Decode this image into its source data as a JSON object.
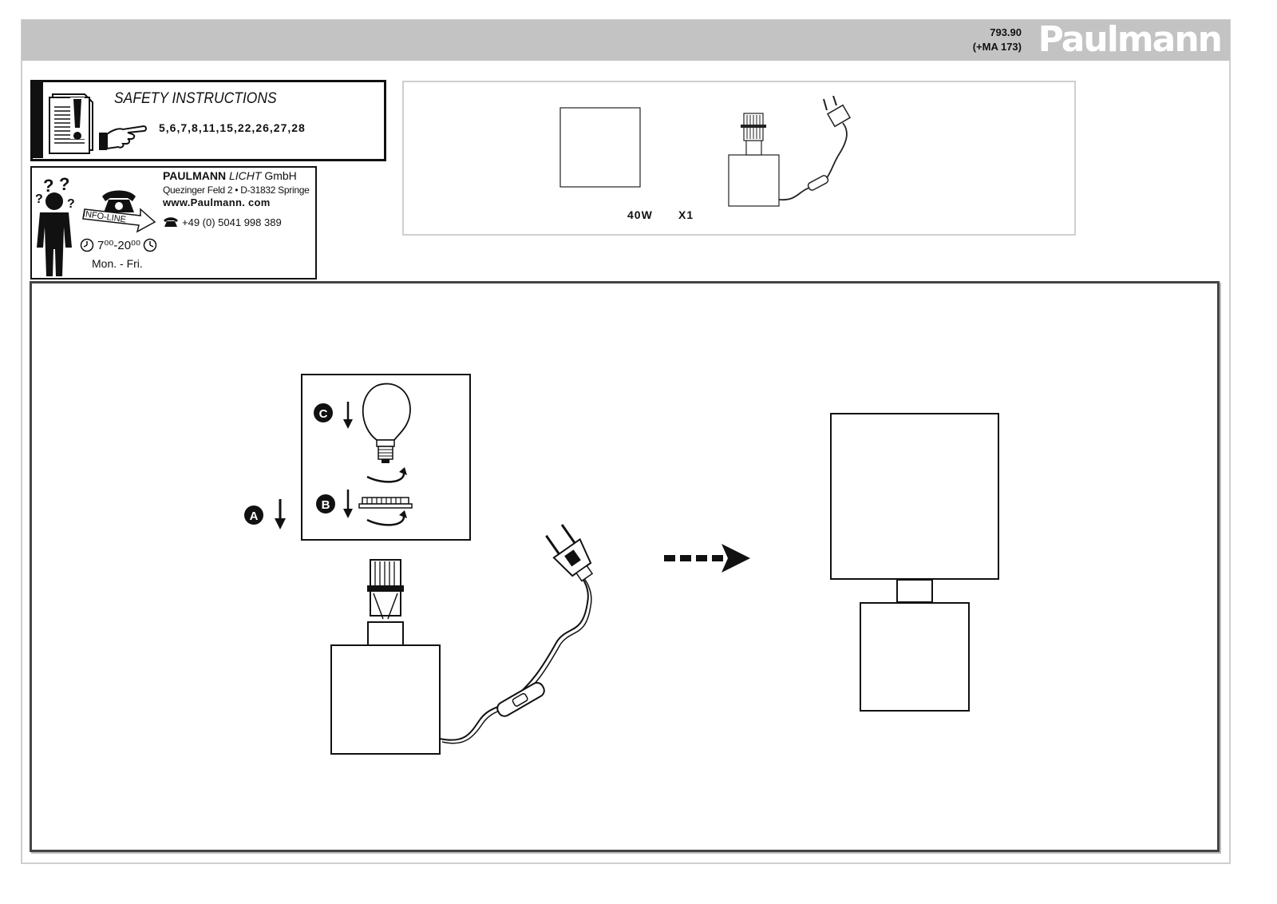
{
  "header": {
    "article_number": "793.90",
    "accessory_code": "(+MA 173)",
    "brand": "Paulmann"
  },
  "safety": {
    "side_label": "SAFETY INSTRUCTIONS",
    "title": "SAFETY INSTRUCTIONS",
    "numbers": "5,6,7,8,11,15,22,26,27,28"
  },
  "contact": {
    "company_bold": "PAULMANN",
    "company_italic": "LICHT",
    "company_suffix": "GmbH",
    "address": "Quezinger Feld 2 • D-31832 Springe",
    "website": "www.Paulmann. com",
    "phone": "+49 (0) 5041 998 389",
    "info_line_label": "INFO-LINE",
    "hours": "7⁰⁰-20⁰⁰",
    "days": "Mon. - Fri."
  },
  "parts": {
    "bulb_wattage": "40W",
    "quantity": "X1"
  },
  "steps": {
    "step_a": "A",
    "step_b": "B",
    "step_c": "C"
  },
  "icons": [
    "document-warning-icon",
    "pointing-hand-icon",
    "person-question-icon",
    "telephone-icon",
    "clock-icon",
    "arrow-right-icon",
    "bulb-icon",
    "plug-icon",
    "switch-icon",
    "lamp-base-icon",
    "shade-icon"
  ]
}
